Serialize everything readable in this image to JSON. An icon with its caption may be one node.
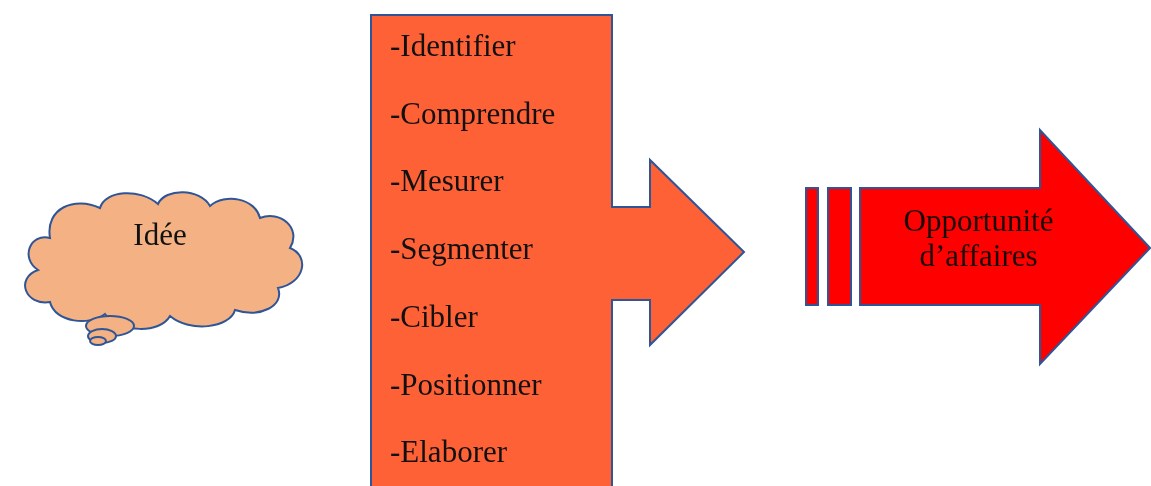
{
  "diagram": {
    "nodes": [
      {
        "text": [
          "Idée"
        ]
      },
      {
        "text": [
          "-Identifier",
          "-Comprendre",
          "-Mesurer",
          "-Segmenter",
          "-Cibler",
          "-Positionner",
          "-Elaborer"
        ]
      },
      {
        "text": [
          "Opportunité d’affaires"
        ]
      }
    ]
  }
}
